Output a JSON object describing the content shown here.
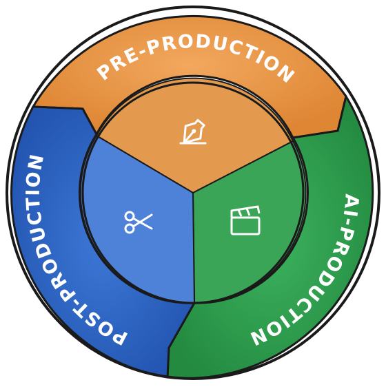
{
  "diagram": {
    "segments": [
      {
        "id": "pre",
        "label": "PRE-PRODUCTION",
        "icon": "pen-nib-icon",
        "color": "#E8933E",
        "inner_color": "#E49A4E"
      },
      {
        "id": "ai",
        "label": "AI-PRODUCTION",
        "icon": "clapperboard-icon",
        "color": "#2E9E4E",
        "inner_color": "#3AA556"
      },
      {
        "id": "post",
        "label": "POST-PRODUCTION",
        "icon": "scissors-icon",
        "color": "#2E66C4",
        "inner_color": "#4E82D8"
      }
    ],
    "outline_color": "#1A1A1A"
  }
}
